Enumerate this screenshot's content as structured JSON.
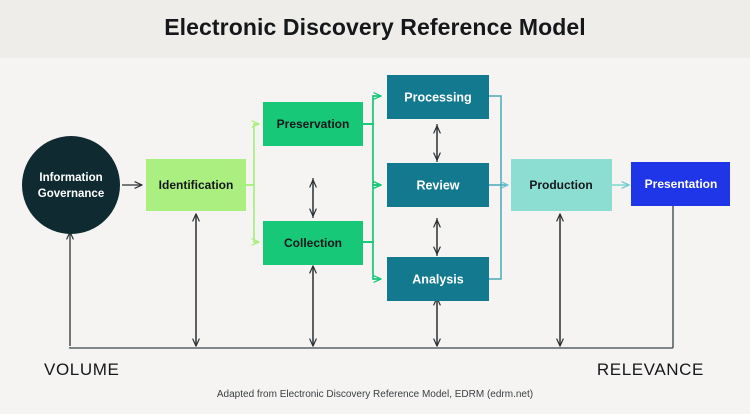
{
  "header": {
    "title": "Electronic Discovery Reference Model"
  },
  "diagram": {
    "nodes": {
      "information_governance": {
        "label_line1": "Information",
        "label_line2": "Governance",
        "shape": "circle",
        "fill": "#0f2b31",
        "text_color": "#ffffff"
      },
      "identification": {
        "label": "Identification",
        "fill": "#aaef7f",
        "text_color": "#15171a"
      },
      "preservation": {
        "label": "Preservation",
        "fill": "#16c878",
        "text_color": "#15171a"
      },
      "collection": {
        "label": "Collection",
        "fill": "#16c878",
        "text_color": "#15171a"
      },
      "processing": {
        "label": "Processing",
        "fill": "#13798f",
        "text_color": "#ffffff"
      },
      "review": {
        "label": "Review",
        "fill": "#13798f",
        "text_color": "#ffffff"
      },
      "analysis": {
        "label": "Analysis",
        "fill": "#13798f",
        "text_color": "#ffffff"
      },
      "production": {
        "label": "Production",
        "fill": "#8cded2",
        "text_color": "#15171a"
      },
      "presentation": {
        "label": "Presentation",
        "fill": "#1f35e8",
        "text_color": "#ffffff"
      }
    },
    "axis": {
      "left_label": "VOLUME",
      "right_label": "RELEVANCE"
    },
    "caption": "Adapted from Electronic Discovery Reference Model, EDRM (edrm.net)",
    "colors": {
      "background": "#f5f4f2",
      "header_band": "#efede9",
      "connector_light_green": "#aaef7f",
      "connector_green": "#16c878",
      "connector_teal": "#4aa8b8",
      "connector_dark": "#4a5356",
      "title_color": "#15171a"
    }
  }
}
